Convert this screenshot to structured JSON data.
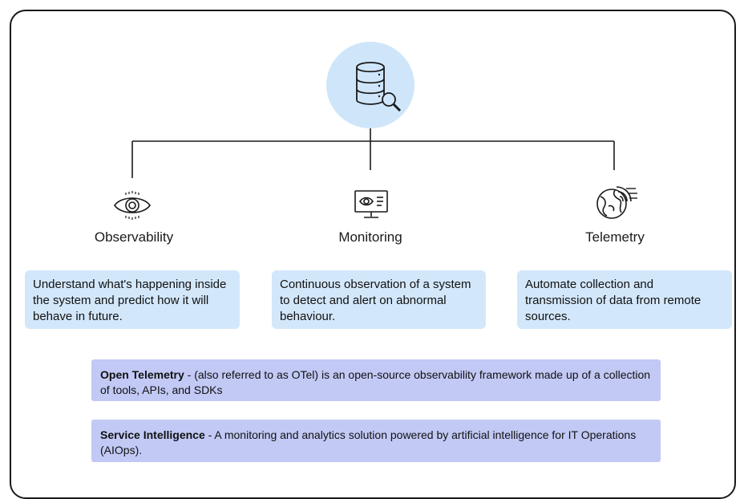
{
  "colors": {
    "hub_circle": "#cfe6fa",
    "card_background": "#d3e7fb",
    "note_background": "#c2c9f5",
    "line": "#1a1a1a"
  },
  "hub": {
    "icon": "database-search-icon"
  },
  "pillars": [
    {
      "icon": "eye-icon",
      "title": "Observability",
      "description": "Understand what's happening inside the system and predict how it will behave in future."
    },
    {
      "icon": "monitor-eye-icon",
      "title": "Monitoring",
      "description": "Continuous observation of a system to detect and alert on abnormal behaviour."
    },
    {
      "icon": "globe-signal-icon",
      "title": "Telemetry",
      "description": "Automate collection and transmission of data from remote sources."
    }
  ],
  "notes": [
    {
      "term": "Open Telemetry",
      "separator": " - ",
      "definition": "(also referred to as OTel) is an open-source observability framework made up of a collection of tools, APIs, and SDKs"
    },
    {
      "term": "Service Intelligence",
      "separator": " - ",
      "definition": "A monitoring and analytics solution powered by artificial intelligence for IT Operations (AIOps)."
    }
  ]
}
